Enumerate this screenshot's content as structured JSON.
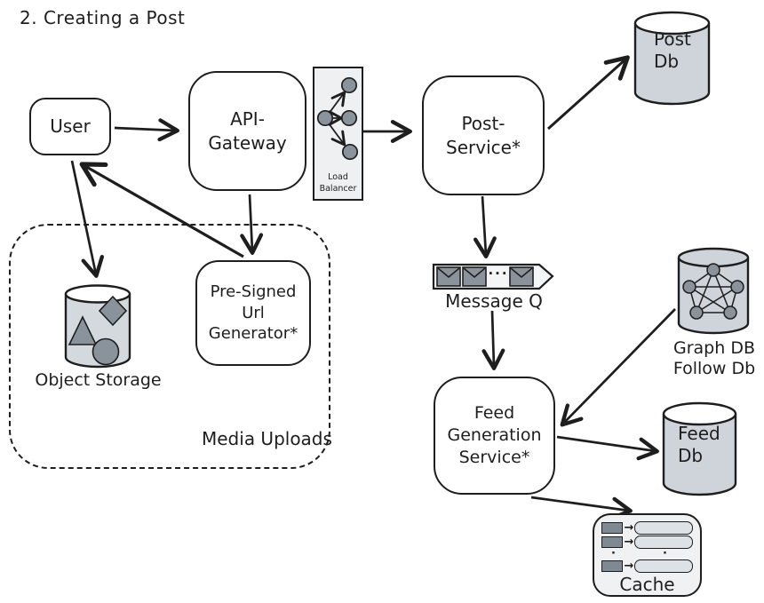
{
  "title": "2. Creating a Post",
  "nodes": {
    "user": {
      "label": "User"
    },
    "api_gateway": {
      "label": "API-\nGateway"
    },
    "load_balancer": {
      "label": "Load\nBalancer",
      "icon": "load-balancer-fanout-icon"
    },
    "post_service": {
      "label": "Post-\nService*"
    },
    "post_db": {
      "label": "Post\nDb",
      "icon": "database-cylinder-icon"
    },
    "message_q": {
      "label": "Message Q",
      "ellipsis": "···",
      "icon": "message-queue-envelopes-icon"
    },
    "feed_generation_service": {
      "label": "Feed\nGeneration\nService*"
    },
    "graph_db": {
      "label": "Graph DB\nFollow Db",
      "icon": "graph-network-cylinder-icon"
    },
    "feed_db": {
      "label": "Feed\nDb",
      "icon": "database-cylinder-icon"
    },
    "cache": {
      "label": "Cache",
      "ellipsis": "·",
      "icon": "cache-key-value-rows-icon"
    },
    "object_storage": {
      "label": "Object Storage",
      "icon": "object-storage-shapes-cylinder-icon"
    },
    "pre_signed_url_generator": {
      "label": "Pre-Signed\nUrl\nGenerator*"
    },
    "media_uploads_group": {
      "label": "Media Uploads"
    }
  },
  "edges": [
    {
      "from": "User",
      "to": "API-Gateway"
    },
    {
      "from": "Load Balancer",
      "to": "Post-Service*"
    },
    {
      "from": "Post-Service*",
      "to": "Post Db"
    },
    {
      "from": "Post-Service*",
      "to": "Message Q"
    },
    {
      "from": "Message Q",
      "to": "Feed Generation Service*"
    },
    {
      "from": "Graph DB Follow Db",
      "to": "Feed Generation Service*"
    },
    {
      "from": "Feed Generation Service*",
      "to": "Feed Db"
    },
    {
      "from": "Feed Generation Service*",
      "to": "Cache"
    },
    {
      "from": "User",
      "to": "Object Storage"
    },
    {
      "from": "Pre-Signed Url Generator*",
      "to": "User"
    },
    {
      "from": "API-Gateway",
      "to": "Pre-Signed Url Generator*"
    }
  ],
  "colors": {
    "stroke": "#1e1e1e",
    "cylinder_fill": "#ced4da",
    "shape_fill": "#8a939b",
    "panel_fill": "#eef0f2",
    "cache_fill": "#f0f1f2",
    "cache_value_fill": "#dde2e7",
    "background": "#ffffff"
  }
}
